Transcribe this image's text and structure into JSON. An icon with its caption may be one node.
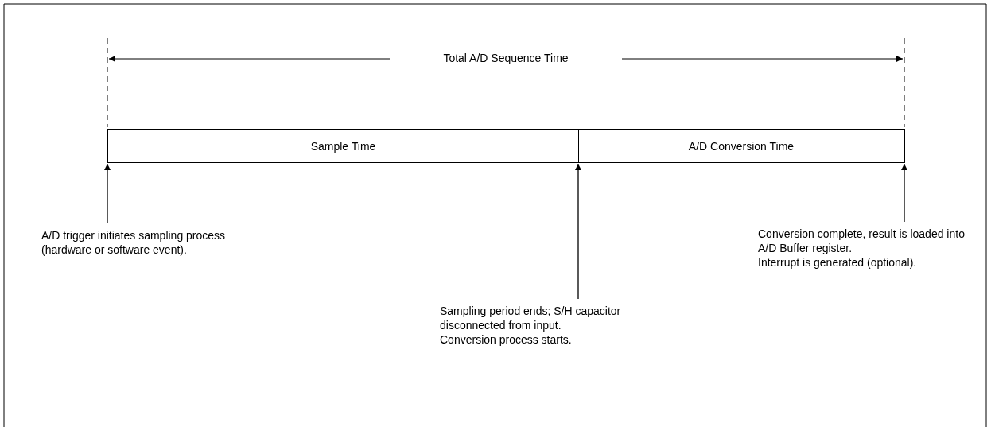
{
  "diagram": {
    "nodes": [
      {
        "text": [
          "Sample Time"
        ]
      },
      {
        "text": [
          "A/D Conversion Time"
        ]
      },
      {
        "text": [
          "A/D trigger initiates sampling process (hardware or software event)."
        ]
      },
      {
        "text": [
          "Sampling period ends; S/H capacitor disconnected from input.",
          "Conversion process starts."
        ]
      },
      {
        "text": [
          "Conversion complete, result is loaded into A/D Buffer register.",
          "Interrupt is generated (optional)."
        ]
      }
    ],
    "edges": [
      {
        "from": 2,
        "to": 0,
        "arrow": "to"
      },
      {
        "from": 3,
        "to": 1,
        "arrow": "to"
      },
      {
        "from": 4,
        "to": 1,
        "arrow": "to"
      }
    ],
    "labels": [
      "Total A/D Sequence Time"
    ]
  }
}
